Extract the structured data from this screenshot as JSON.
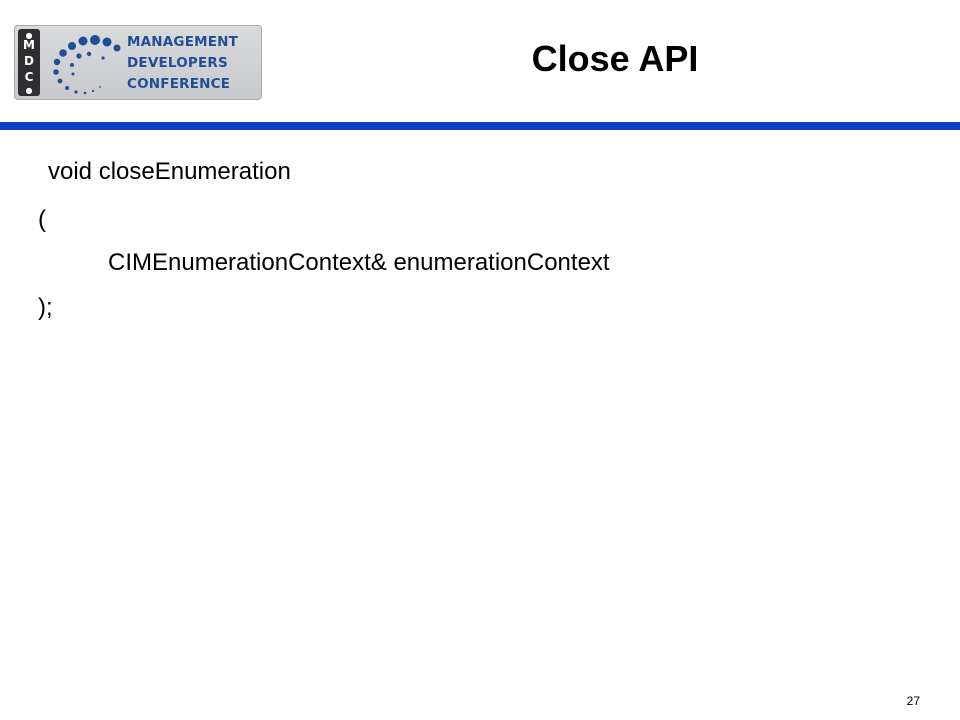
{
  "logo": {
    "tab_letters": [
      "M",
      "D",
      "C"
    ],
    "words": [
      "MANAGEMENT",
      "DEVELOPERS",
      "CONFERENCE"
    ],
    "tab_color": "#2f2f32",
    "word_color": "#1f4e96"
  },
  "slide": {
    "title": "Close API",
    "rule_color": "#0c3fc3",
    "code_lines": [
      "void closeEnumeration",
      "(",
      "CIMEnumerationContext& enumerationContext",
      ");"
    ],
    "page_number": "27"
  }
}
